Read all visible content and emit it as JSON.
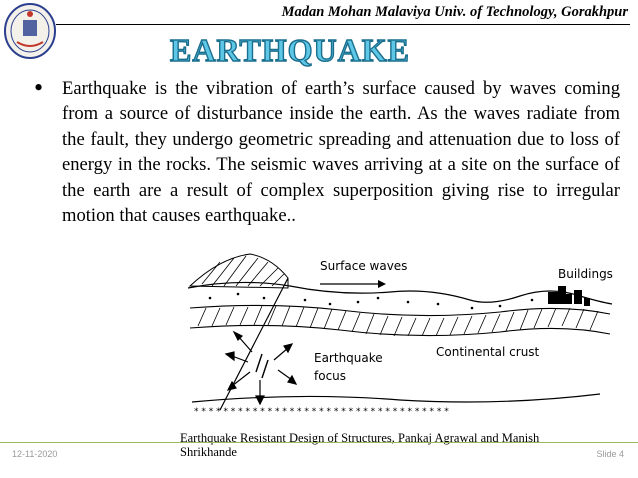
{
  "header": {
    "university": "Madan Mohan Malaviya Univ. of Technology, Gorakhpur"
  },
  "slide": {
    "title": "EARTHQUAKE",
    "bullet": "Earthquake is the vibration of earth’s surface caused by waves coming from a source of disturbance inside the earth. As the waves radiate from the fault, they undergo geometric spreading and attenuation due to loss of energy in the rocks. The seismic waves arriving at a site on the surface of the earth are a result of complex superposition giving rise to irregular motion that causes earthquake.."
  },
  "diagram": {
    "surface_waves": "Surface waves",
    "buildings": "Buildings",
    "continental_crust": "Continental crust",
    "focus_line1": "Earthquake",
    "focus_line2": "focus"
  },
  "caption": "Earthquake Resistant Design of Structures, Pankaj Agrawal and Manish Shrikhande",
  "footer": {
    "date": "12-11-2020",
    "slide": "Slide 4"
  },
  "colors": {
    "title_fill": "#5fc7e6",
    "title_stroke": "#1a6e8e",
    "footer_rule": "#9bbb59"
  }
}
